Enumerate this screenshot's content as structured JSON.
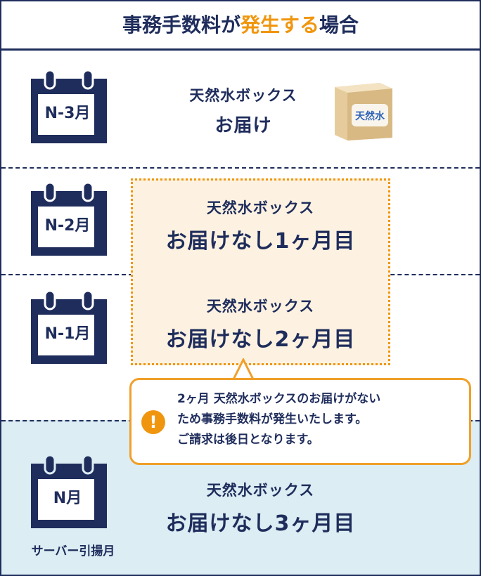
{
  "title": {
    "pre": "事務手数料が",
    "accent": "発生する",
    "post": "場合"
  },
  "rows": [
    {
      "calendar": "N-3月",
      "line1": "天然水ボックス",
      "line2": "お届け"
    },
    {
      "calendar": "N-2月",
      "line1": "天然水ボックス",
      "line2": "お届けなし1ヶ月目"
    },
    {
      "calendar": "N-1月",
      "line1": "天然水ボックス",
      "line2": "お届けなし2ヶ月目"
    },
    {
      "calendar": "N月",
      "line1": "天然水ボックス",
      "line2": "お届けなし3ヶ月目",
      "caption": "サーバー引揚月"
    }
  ],
  "callout": {
    "icon": "!",
    "lines": [
      "2ヶ月 天然水ボックスのお届けがない",
      "ため事務手数料が発生いたします。",
      "ご請求は後日となります。"
    ]
  },
  "product": {
    "label": "天然水",
    "icon": "water-box-product-image"
  },
  "colors": {
    "navy": "#1f2d5c",
    "orange": "#f0960e",
    "light_blue": "#dcedf3",
    "cream": "#fdf2e1"
  }
}
